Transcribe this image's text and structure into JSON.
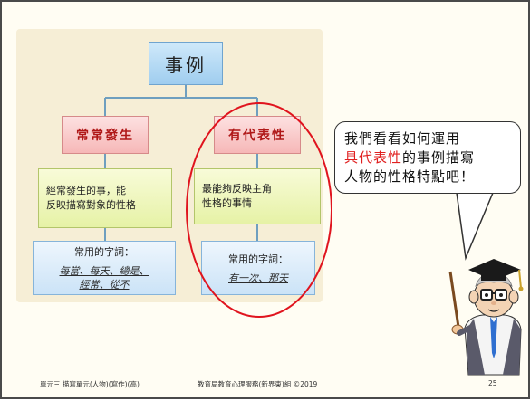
{
  "diagram": {
    "root": "事例",
    "left": {
      "title": "常常發生",
      "description": [
        "經常發生的事，能",
        "反映描寫對象的性格"
      ],
      "words_title": "常用的字詞：",
      "words": [
        "每當、每天、總是、",
        "經常、從不"
      ]
    },
    "right": {
      "title": "有代表性",
      "description": [
        "最能夠反映主角",
        "性格的事情"
      ],
      "words_title": "常用的字詞：",
      "words": [
        "有一次、那天"
      ]
    }
  },
  "bubble": {
    "line1": "我們看看如何運用",
    "highlight": "具代表性",
    "line2_rest": "的事例描寫",
    "line3": "人物的性格特點吧！"
  },
  "footer": {
    "left": "單元三 描寫單元(人物)(寫作)(高)",
    "center": "教育局教育心理服務(新界東)組 ©2019",
    "page": "25"
  },
  "colors": {
    "highlight_red": "#e02020",
    "ellipse_red": "#e0141e",
    "category_text": "#b01818"
  }
}
